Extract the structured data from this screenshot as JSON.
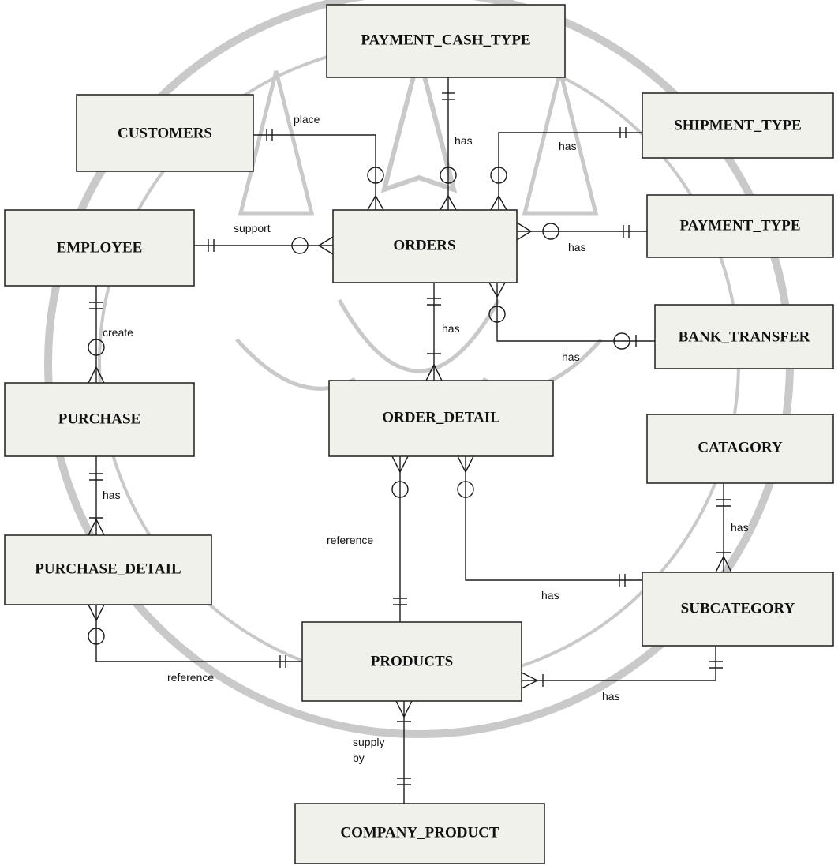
{
  "colors": {
    "entity_fill": "#f1f1ec",
    "line": "#1b1b1b",
    "watermark": "#c9c9c9"
  },
  "watermark": {
    "icon": "university-seal-watermark"
  },
  "entities": [
    {
      "id": "payment_cash_type",
      "name": "PAYMENT_CASH_TYPE"
    },
    {
      "id": "customers",
      "name": "CUSTOMERS"
    },
    {
      "id": "shipment_type",
      "name": "SHIPMENT_TYPE"
    },
    {
      "id": "employee",
      "name": "EMPLOYEE"
    },
    {
      "id": "orders",
      "name": "ORDERS"
    },
    {
      "id": "payment_type",
      "name": "PAYMENT_TYPE"
    },
    {
      "id": "bank_transfer",
      "name": "BANK_TRANSFER"
    },
    {
      "id": "purchase",
      "name": "PURCHASE"
    },
    {
      "id": "order_detail",
      "name": "ORDER_DETAIL"
    },
    {
      "id": "catagory",
      "name": "CATAGORY"
    },
    {
      "id": "purchase_detail",
      "name": "PURCHASE_DETAIL"
    },
    {
      "id": "subcategory",
      "name": "SUBCATEGORY"
    },
    {
      "id": "products",
      "name": "PRODUCTS"
    },
    {
      "id": "company_product",
      "name": "COMPANY_PRODUCT"
    }
  ],
  "relationships": [
    {
      "id": "customers-orders",
      "label": "place"
    },
    {
      "id": "payment_cash_type-orders",
      "label": "has"
    },
    {
      "id": "shipment_type-orders",
      "label": "has"
    },
    {
      "id": "employee-orders",
      "label": "support"
    },
    {
      "id": "payment_type-orders",
      "label": "has"
    },
    {
      "id": "bank_transfer-orders",
      "label": "has"
    },
    {
      "id": "orders-order_detail",
      "label": "has"
    },
    {
      "id": "employee-purchase",
      "label": "create"
    },
    {
      "id": "purchase-purchase_detail",
      "label": "has"
    },
    {
      "id": "products-order_detail",
      "label": "reference"
    },
    {
      "id": "subcategory-order_detail",
      "label": "has"
    },
    {
      "id": "catagory-subcategory",
      "label": "has"
    },
    {
      "id": "products-purchase_detail",
      "label": "reference"
    },
    {
      "id": "subcategory-products",
      "label": "has"
    },
    {
      "id": "company_product-products",
      "label": "supply by"
    }
  ]
}
